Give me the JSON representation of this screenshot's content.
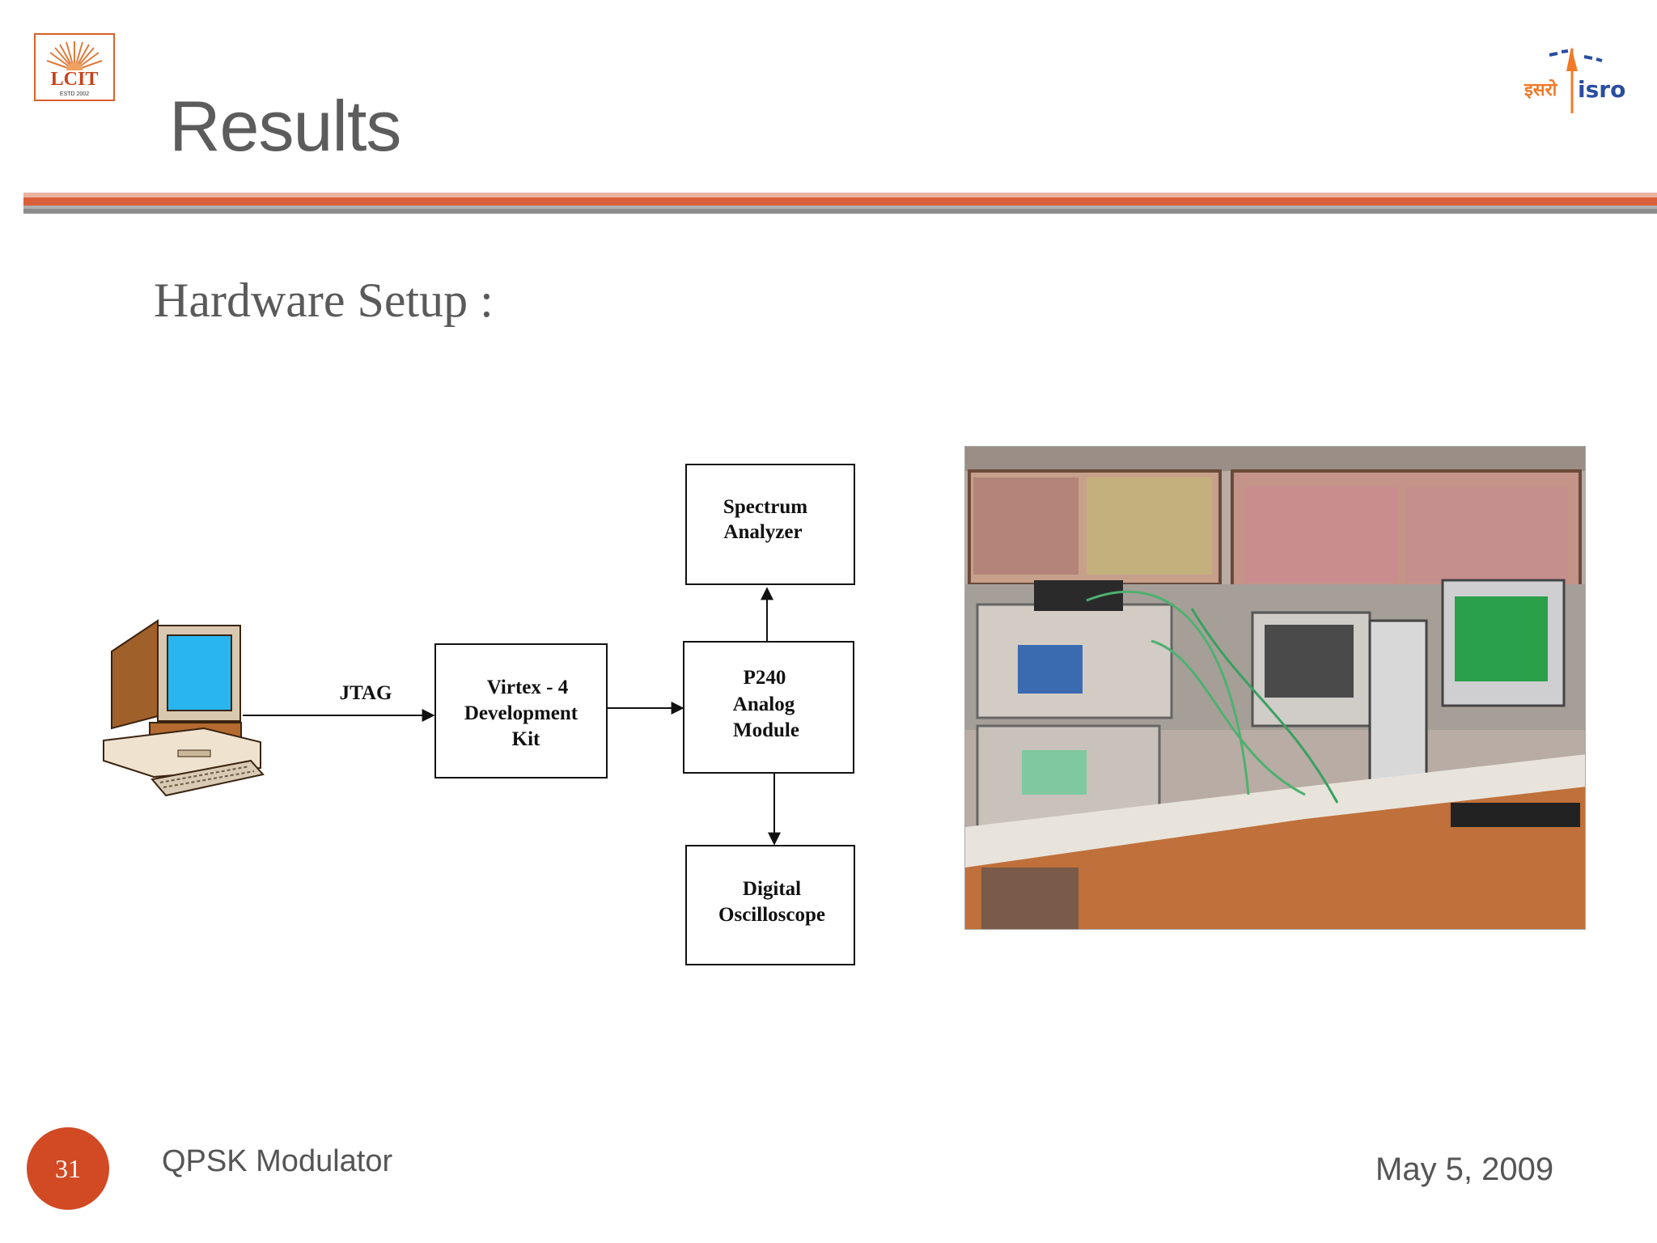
{
  "slide": {
    "title": "Results",
    "subtitle": "Hardware Setup :",
    "page_number": "31",
    "footer_left": "QPSK Modulator",
    "footer_right": "May 5, 2009"
  },
  "logos": {
    "left": {
      "text": "LCIT",
      "small_text": "ESTD 2002",
      "icon": "sunburst-logo"
    },
    "right": {
      "text_hindi": "इसरो",
      "text_latin": "isro",
      "icon": "rocket-logo"
    }
  },
  "diagram": {
    "edge_label": "JTAG",
    "nodes": {
      "computer": {
        "icon": "computer-icon"
      },
      "virtex": {
        "lines": [
          "Virtex - 4",
          "Development",
          "Kit"
        ]
      },
      "p240": {
        "lines": [
          "P240",
          "Analog",
          "Module"
        ]
      },
      "spectrum": {
        "lines": [
          "Spectrum",
          "Analyzer"
        ]
      },
      "oscilloscope": {
        "lines": [
          "Digital",
          "Oscilloscope"
        ]
      }
    }
  },
  "photo": {
    "icon": "lab-hardware-photo"
  },
  "colors": {
    "accent": "#d14a23",
    "divider_top": "#e8a08a",
    "divider_mid": "#d9603a",
    "divider_bottom": "#8a8a8a",
    "screen_blue": "#29b6f0"
  }
}
